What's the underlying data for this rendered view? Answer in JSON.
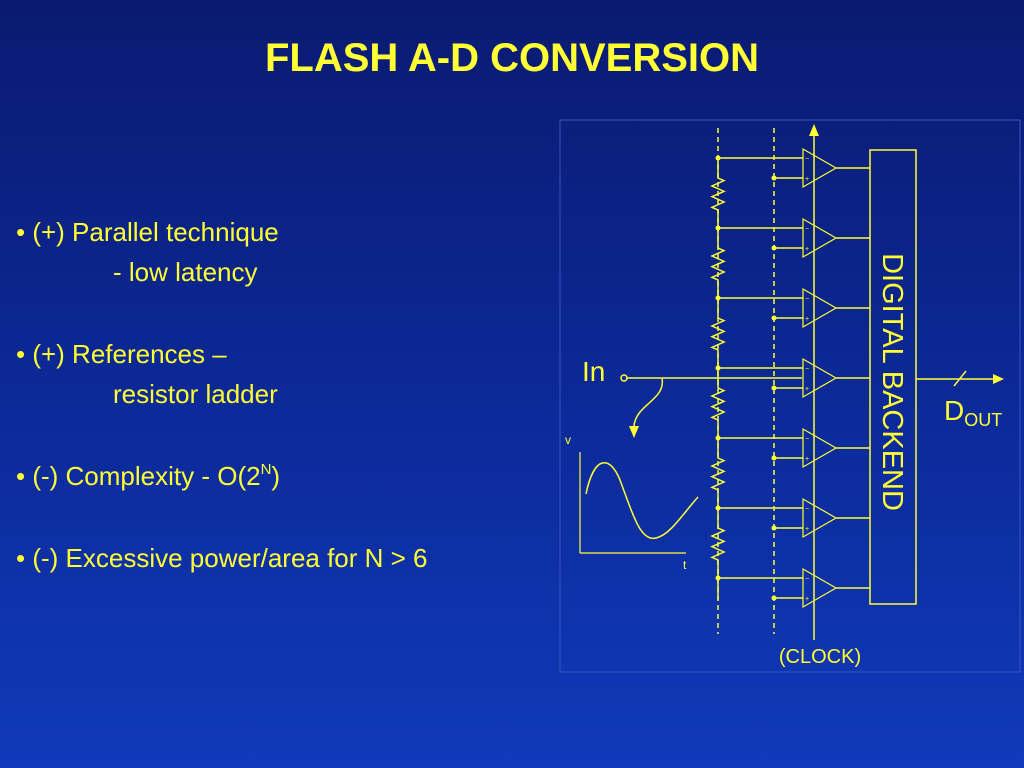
{
  "title": "FLASH A-D CONVERSION",
  "bullets": [
    {
      "line1": "• (+) Parallel  technique",
      "line2": "- low latency"
    },
    {
      "line1": "• (+) References –",
      "line2": "resistor  ladder"
    },
    {
      "line1_pre": "• (-) Complexity - O(2",
      "sup": "N",
      "line1_post": ")"
    },
    {
      "line1": "• (-) Excessive power/area for N > 6"
    }
  ],
  "diagram": {
    "input_label": "In",
    "backend_label": "DIGITAL BACKEND",
    "output_label": "D",
    "output_sub": "OUT",
    "clock_label": "(CLOCK)",
    "waveform_v_label": "v",
    "waveform_t_label": "t",
    "comparator_minus": "−",
    "comparator_plus": "+"
  },
  "colors": {
    "background_top": "#0a1a70",
    "background_bottom": "#103aba",
    "foreground": "#ffff33"
  }
}
